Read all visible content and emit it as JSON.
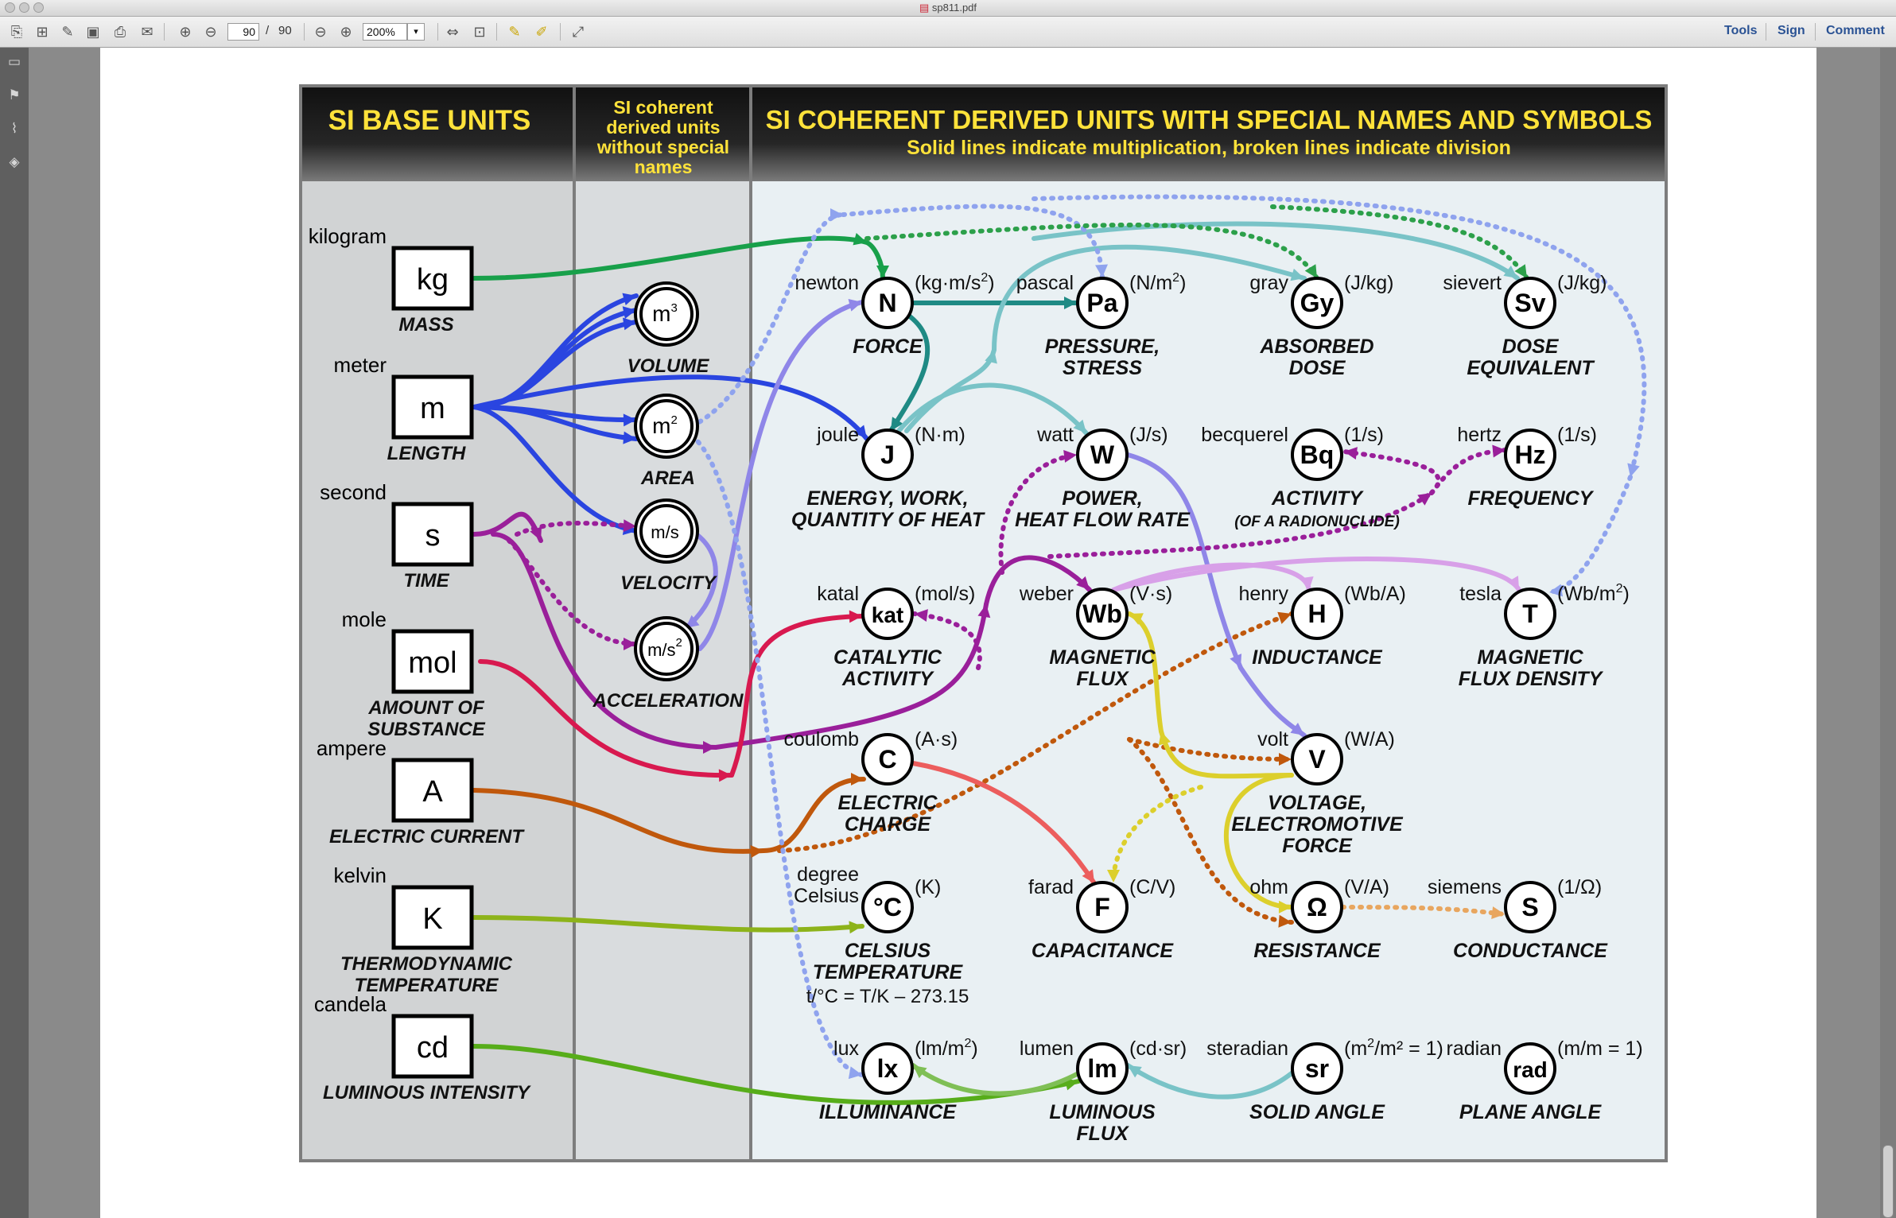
{
  "window": {
    "title": "sp811.pdf"
  },
  "toolbar": {
    "page_current": "90",
    "page_separator": "/",
    "page_total": "90",
    "zoom_value": "200%",
    "links": [
      "Tools",
      "Sign",
      "Comment"
    ]
  },
  "diagram": {
    "headers": {
      "base_title": "SI BASE UNITS",
      "middle_title": [
        "SI coherent",
        "derived units",
        "without special",
        "names"
      ],
      "right_title": "SI COHERENT  DERIVED UNITS WITH SPECIAL NAMES AND SYMBOLS",
      "right_subtitle": "Solid lines indicate multiplication, broken lines indicate division"
    },
    "colors": {
      "header_yellow": "#ffe23a",
      "base_panel": "#d1d3d4",
      "mid_panel": "#d9dcde",
      "right_panel": "#e9f0f3",
      "kg_green": "#18a04a",
      "meter_blue": "#2a45e0",
      "second_purple": "#9a1f9a",
      "mole_crimson": "#d8194f",
      "ampere_brown": "#c0580c",
      "kelvin_lime": "#8db31a",
      "candela_green": "#57ad1a",
      "teal": "#1f8a84",
      "light_teal": "#79c3c7",
      "lavender": "#8f86e8",
      "yellow": "#dccf2c",
      "pink_lilac": "#d8a0e8",
      "salmon": "#ec5d5d"
    },
    "base_units": [
      {
        "key": "kg",
        "name": "kilogram",
        "symbol": "kg",
        "quantity": [
          "MASS"
        ]
      },
      {
        "key": "m",
        "name": "meter",
        "symbol": "m",
        "quantity": [
          "LENGTH"
        ]
      },
      {
        "key": "s",
        "name": "second",
        "symbol": "s",
        "quantity": [
          "TIME"
        ]
      },
      {
        "key": "mol",
        "name": "mole",
        "symbol": "mol",
        "quantity": [
          "AMOUNT OF",
          "SUBSTANCE"
        ]
      },
      {
        "key": "A",
        "name": "ampere",
        "symbol": "A",
        "quantity": [
          "ELECTRIC CURRENT"
        ]
      },
      {
        "key": "K",
        "name": "kelvin",
        "symbol": "K",
        "quantity": [
          "THERMODYNAMIC",
          "TEMPERATURE"
        ]
      },
      {
        "key": "cd",
        "name": "candela",
        "symbol": "cd",
        "quantity": [
          "LUMINOUS INTENSITY"
        ]
      }
    ],
    "coherent_units": [
      {
        "key": "m3",
        "base": "m",
        "sup": "3",
        "quantity": "VOLUME"
      },
      {
        "key": "m2",
        "base": "m",
        "sup": "2",
        "quantity": "AREA"
      },
      {
        "key": "ms",
        "base": "m/s",
        "sup": "",
        "quantity": "VELOCITY"
      },
      {
        "key": "ms2",
        "base": "m/s",
        "sup": "2",
        "quantity": "ACCELERATION"
      }
    ],
    "derived_units": [
      {
        "key": "N",
        "name": "newton",
        "symbol": "N",
        "unit": "(kg·m/s",
        "unit_sup": "2",
        "unit_end": ")",
        "quantity": [
          "FORCE"
        ]
      },
      {
        "key": "Pa",
        "name": "pascal",
        "symbol": "Pa",
        "unit": "(N/m",
        "unit_sup": "2",
        "unit_end": ")",
        "quantity": [
          "PRESSURE,",
          "STRESS"
        ]
      },
      {
        "key": "Gy",
        "name": "gray",
        "symbol": "Gy",
        "unit": "(J/kg)",
        "quantity": [
          "ABSORBED",
          "DOSE"
        ]
      },
      {
        "key": "Sv",
        "name": "sievert",
        "symbol": "Sv",
        "unit": "(J/kg)",
        "quantity": [
          "DOSE",
          "EQUIVALENT"
        ]
      },
      {
        "key": "J",
        "name": "joule",
        "symbol": "J",
        "unit": "(N·m)",
        "quantity": [
          "ENERGY, WORK,",
          "QUANTITY OF HEAT"
        ]
      },
      {
        "key": "W",
        "name": "watt",
        "symbol": "W",
        "unit": "(J/s)",
        "quantity": [
          "POWER,",
          "HEAT FLOW RATE"
        ]
      },
      {
        "key": "Bq",
        "name": "becquerel",
        "symbol": "Bq",
        "unit": "(1/s)",
        "quantity": [
          "ACTIVITY",
          "(OF A RADIONUCLIDE)"
        ]
      },
      {
        "key": "Hz",
        "name": "hertz",
        "symbol": "Hz",
        "unit": "(1/s)",
        "quantity": [
          "FREQUENCY"
        ]
      },
      {
        "key": "kat",
        "name": "katal",
        "symbol": "kat",
        "unit": "(mol/s)",
        "quantity": [
          "CATALYTIC",
          "ACTIVITY"
        ]
      },
      {
        "key": "Wb",
        "name": "weber",
        "symbol": "Wb",
        "unit": "(V·s)",
        "quantity": [
          "MAGNETIC",
          "FLUX"
        ]
      },
      {
        "key": "H",
        "name": "henry",
        "symbol": "H",
        "unit": "(Wb/A)",
        "quantity": [
          "INDUCTANCE"
        ]
      },
      {
        "key": "T",
        "name": "tesla",
        "symbol": "T",
        "unit": "(Wb/m",
        "unit_sup": "2",
        "unit_end": ")",
        "quantity": [
          "MAGNETIC",
          "FLUX DENSITY"
        ]
      },
      {
        "key": "C",
        "name": "coulomb",
        "symbol": "C",
        "unit": "(A·s)",
        "quantity": [
          "ELECTRIC",
          "CHARGE"
        ]
      },
      {
        "key": "V",
        "name": "volt",
        "symbol": "V",
        "unit": "(W/A)",
        "quantity": [
          "VOLTAGE,",
          "ELECTROMOTIVE",
          "FORCE"
        ]
      },
      {
        "key": "degC",
        "name": "degree Celsius",
        "name_lines": [
          "degree",
          "Celsius"
        ],
        "symbol": "°C",
        "unit": "(K)",
        "quantity": [
          "CELSIUS",
          "TEMPERATURE"
        ],
        "formula": "t/°C = T/K – 273.15"
      },
      {
        "key": "F",
        "name": "farad",
        "symbol": "F",
        "unit": "(C/V)",
        "quantity": [
          "CAPACITANCE"
        ]
      },
      {
        "key": "Ohm",
        "name": "ohm",
        "symbol": "Ω",
        "unit": "(V/A)",
        "quantity": [
          "RESISTANCE"
        ]
      },
      {
        "key": "S",
        "name": "siemens",
        "symbol": "S",
        "unit": "(1/Ω)",
        "quantity": [
          "CONDUCTANCE"
        ]
      },
      {
        "key": "lx",
        "name": "lux",
        "symbol": "lx",
        "unit": "(lm/m",
        "unit_sup": "2",
        "unit_end": ")",
        "quantity": [
          "ILLUMINANCE"
        ]
      },
      {
        "key": "lm",
        "name": "lumen",
        "symbol": "lm",
        "unit": "(cd·sr)",
        "quantity": [
          "LUMINOUS",
          "FLUX"
        ]
      },
      {
        "key": "sr",
        "name": "steradian",
        "symbol": "sr",
        "unit": "(m",
        "unit_sup": "2",
        "unit_end": "/m² = 1)",
        "quantity": [
          "SOLID ANGLE"
        ]
      },
      {
        "key": "rad",
        "name": "radian",
        "symbol": "rad",
        "unit": "(m/m = 1)",
        "quantity": [
          "PLANE ANGLE"
        ]
      }
    ]
  }
}
